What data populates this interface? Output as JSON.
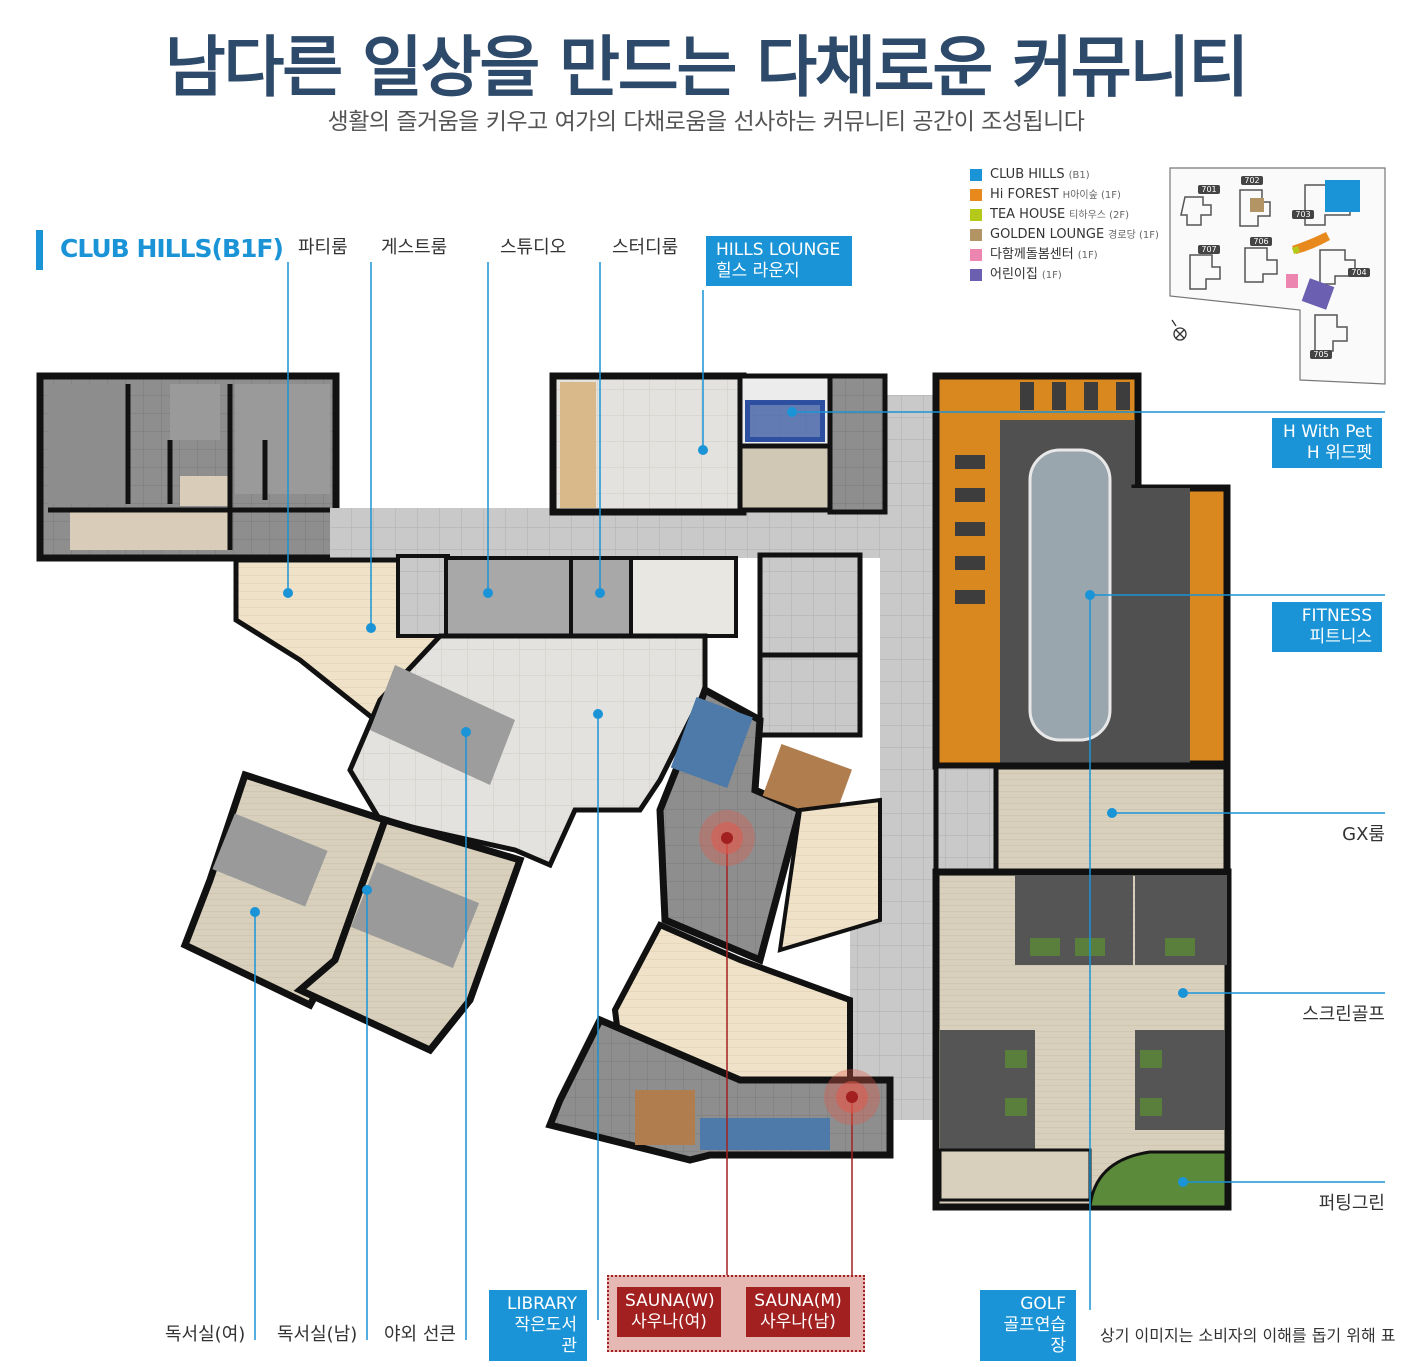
{
  "header": {
    "title": "남다른 일상을 만드는 다채로운 커뮤니티",
    "subtitle": "생활의 즐거움을 키우고 여가의 다채로움을 선사하는 커뮤니티 공간이 조성됩니다"
  },
  "section": {
    "title": "CLUB HILLS(B1F)"
  },
  "top_labels": {
    "party": "파티룸",
    "guest": "게스트룸",
    "studio": "스튜디오",
    "study": "스터디룸"
  },
  "hills_lounge": {
    "en": "HILLS LOUNGE",
    "ko": "힐스 라운지"
  },
  "legend": [
    {
      "name": "CLUB HILLS",
      "sub": "(B1)",
      "color": "#1a94d6"
    },
    {
      "name": "Hi FOREST",
      "sub": "H아이숲 (1F)",
      "color": "#e8891e"
    },
    {
      "name": "TEA HOUSE",
      "sub": "티하우스 (2F)",
      "color": "#b5c91b"
    },
    {
      "name": "GOLDEN LOUNGE",
      "sub": "경로당 (1F)",
      "color": "#b39565"
    },
    {
      "name": "다함께돌봄센터",
      "sub": "(1F)",
      "color": "#ec86b1"
    },
    {
      "name": "어린이집",
      "sub": "(1F)",
      "color": "#6a5fb0"
    }
  ],
  "site_units": [
    "701",
    "702",
    "703",
    "704",
    "705",
    "706",
    "707"
  ],
  "right_labels": {
    "pet": {
      "en": "H With Pet",
      "ko": "H 위드펫"
    },
    "fitness": {
      "en": "FITNESS",
      "ko": "피트니스"
    },
    "gx": "GX룸",
    "screen_golf": "스크린골프",
    "putting": "퍼팅그린"
  },
  "bottom_labels": {
    "reading_w": "독서실(여)",
    "reading_m": "독서실(남)",
    "sunken": "야외 선큰",
    "library": {
      "en": "LIBRARY",
      "ko": "작은도서관"
    },
    "sauna_w": {
      "en": "SAUNA(W)",
      "ko": "사우나(여)"
    },
    "sauna_m": {
      "en": "SAUNA(M)",
      "ko": "사우나(남)"
    },
    "golf": {
      "en": "GOLF",
      "ko": "골프연습장"
    }
  },
  "disclaimer": "상기 이미지는 소비자의 이해를 돕기 위해 표",
  "colors": {
    "accent": "#1a94d6",
    "sauna": "#a32020",
    "title": "#2e4a6b"
  }
}
